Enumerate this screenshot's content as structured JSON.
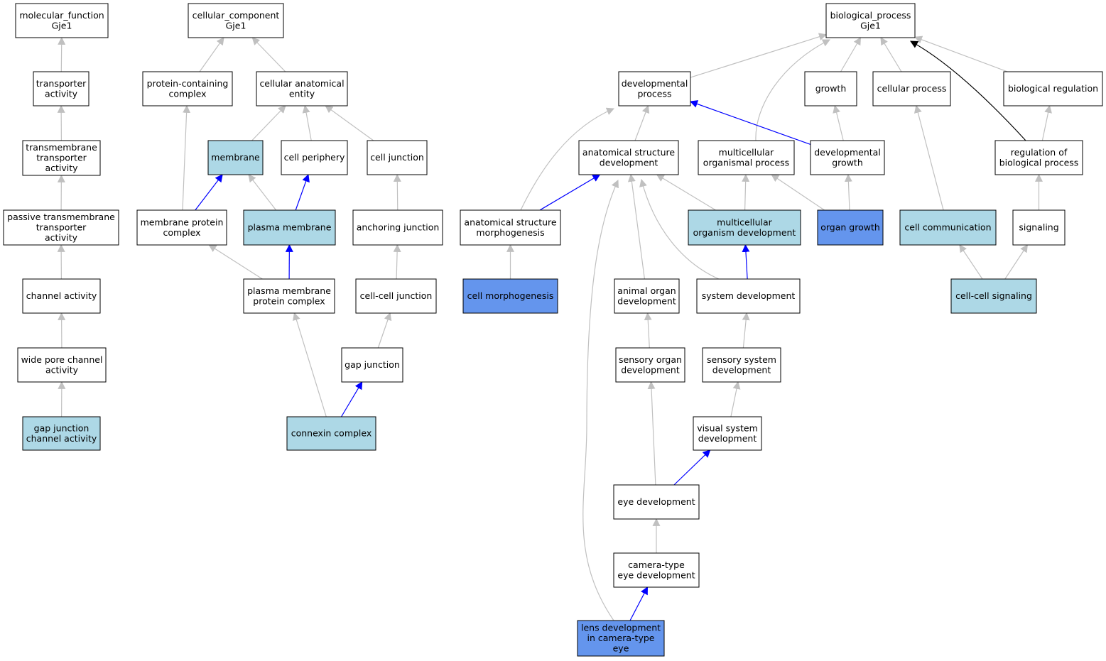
{
  "colors": {
    "white": "#ffffff",
    "light": "#add8e6",
    "dark": "#6495ed",
    "edge_gray": "#c0c0c0",
    "edge_blue": "#0000ff",
    "edge_black": "#000000"
  },
  "nodes": [
    {
      "id": "mf",
      "lines": [
        "molecular_function",
        "Gje1"
      ],
      "fill": "white"
    },
    {
      "id": "transporter",
      "lines": [
        "transporter",
        "activity"
      ],
      "fill": "white"
    },
    {
      "id": "tmtransporter",
      "lines": [
        "transmembrane",
        "transporter",
        "activity"
      ],
      "fill": "white"
    },
    {
      "id": "passive",
      "lines": [
        "passive transmembrane",
        "transporter",
        "activity"
      ],
      "fill": "white"
    },
    {
      "id": "channel",
      "lines": [
        "channel activity"
      ],
      "fill": "white"
    },
    {
      "id": "widepore",
      "lines": [
        "wide pore channel",
        "activity"
      ],
      "fill": "white"
    },
    {
      "id": "gjchannel",
      "lines": [
        "gap junction",
        "channel activity"
      ],
      "fill": "light"
    },
    {
      "id": "cc",
      "lines": [
        "cellular_component",
        "Gje1"
      ],
      "fill": "white"
    },
    {
      "id": "protcomplex",
      "lines": [
        "protein-containing",
        "complex"
      ],
      "fill": "white"
    },
    {
      "id": "cae",
      "lines": [
        "cellular anatomical",
        "entity"
      ],
      "fill": "white"
    },
    {
      "id": "membrane",
      "lines": [
        "membrane"
      ],
      "fill": "light"
    },
    {
      "id": "periphery",
      "lines": [
        "cell periphery"
      ],
      "fill": "white"
    },
    {
      "id": "celljunction",
      "lines": [
        "cell junction"
      ],
      "fill": "white"
    },
    {
      "id": "memprotcomplex",
      "lines": [
        "membrane protein",
        "complex"
      ],
      "fill": "white"
    },
    {
      "id": "plasmamem",
      "lines": [
        "plasma membrane"
      ],
      "fill": "light"
    },
    {
      "id": "anchoring",
      "lines": [
        "anchoring junction"
      ],
      "fill": "white"
    },
    {
      "id": "pmprotcomplex",
      "lines": [
        "plasma membrane",
        "protein complex"
      ],
      "fill": "white"
    },
    {
      "id": "cellcelljunction",
      "lines": [
        "cell-cell junction"
      ],
      "fill": "white"
    },
    {
      "id": "gapjunction",
      "lines": [
        "gap junction"
      ],
      "fill": "white"
    },
    {
      "id": "connexin",
      "lines": [
        "connexin complex"
      ],
      "fill": "light"
    },
    {
      "id": "bp",
      "lines": [
        "biological_process",
        "Gje1"
      ],
      "fill": "white"
    },
    {
      "id": "devproc",
      "lines": [
        "developmental",
        "process"
      ],
      "fill": "white"
    },
    {
      "id": "growth",
      "lines": [
        "growth"
      ],
      "fill": "white"
    },
    {
      "id": "cellproc",
      "lines": [
        "cellular process"
      ],
      "fill": "white"
    },
    {
      "id": "bioreg",
      "lines": [
        "biological regulation"
      ],
      "fill": "white"
    },
    {
      "id": "asdev",
      "lines": [
        "anatomical structure",
        "development"
      ],
      "fill": "white"
    },
    {
      "id": "mcorgproc",
      "lines": [
        "multicellular",
        "organismal process"
      ],
      "fill": "white"
    },
    {
      "id": "devgrowth",
      "lines": [
        "developmental",
        "growth"
      ],
      "fill": "white"
    },
    {
      "id": "regbio",
      "lines": [
        "regulation of",
        "biological process"
      ],
      "fill": "white"
    },
    {
      "id": "asmorph",
      "lines": [
        "anatomical structure",
        "morphogenesis"
      ],
      "fill": "white"
    },
    {
      "id": "mcorgdev",
      "lines": [
        "multicellular",
        "organism development"
      ],
      "fill": "light"
    },
    {
      "id": "organgrowth",
      "lines": [
        "organ growth"
      ],
      "fill": "dark"
    },
    {
      "id": "cellcomm",
      "lines": [
        "cell communication"
      ],
      "fill": "light"
    },
    {
      "id": "signaling",
      "lines": [
        "signaling"
      ],
      "fill": "white"
    },
    {
      "id": "cellmorph",
      "lines": [
        "cell morphogenesis"
      ],
      "fill": "dark"
    },
    {
      "id": "animalorgan",
      "lines": [
        "animal organ",
        "development"
      ],
      "fill": "white"
    },
    {
      "id": "sysdev",
      "lines": [
        "system development"
      ],
      "fill": "white"
    },
    {
      "id": "ccsignaling",
      "lines": [
        "cell-cell signaling"
      ],
      "fill": "light"
    },
    {
      "id": "sensorgan",
      "lines": [
        "sensory organ",
        "development"
      ],
      "fill": "white"
    },
    {
      "id": "senssys",
      "lines": [
        "sensory system",
        "development"
      ],
      "fill": "white"
    },
    {
      "id": "vissys",
      "lines": [
        "visual system",
        "development"
      ],
      "fill": "white"
    },
    {
      "id": "eyedev",
      "lines": [
        "eye development"
      ],
      "fill": "white"
    },
    {
      "id": "cameraeye",
      "lines": [
        "camera-type",
        "eye development"
      ],
      "fill": "white"
    },
    {
      "id": "lensdev",
      "lines": [
        "lens development",
        "in camera-type",
        "eye"
      ],
      "fill": "dark"
    }
  ],
  "edges": [
    {
      "from": "transporter",
      "to": "mf",
      "color": "gray"
    },
    {
      "from": "tmtransporter",
      "to": "transporter",
      "color": "gray"
    },
    {
      "from": "passive",
      "to": "tmtransporter",
      "color": "gray"
    },
    {
      "from": "channel",
      "to": "passive",
      "color": "gray"
    },
    {
      "from": "widepore",
      "to": "channel",
      "color": "gray"
    },
    {
      "from": "gjchannel",
      "to": "widepore",
      "color": "gray"
    },
    {
      "from": "protcomplex",
      "to": "cc",
      "color": "gray"
    },
    {
      "from": "cae",
      "to": "cc",
      "color": "gray"
    },
    {
      "from": "membrane",
      "to": "cae",
      "color": "gray"
    },
    {
      "from": "periphery",
      "to": "cae",
      "color": "gray"
    },
    {
      "from": "celljunction",
      "to": "cae",
      "color": "gray"
    },
    {
      "from": "memprotcomplex",
      "to": "protcomplex",
      "color": "gray"
    },
    {
      "from": "memprotcomplex",
      "to": "membrane",
      "color": "blue"
    },
    {
      "from": "plasmamem",
      "to": "membrane",
      "color": "gray"
    },
    {
      "from": "plasmamem",
      "to": "periphery",
      "color": "blue"
    },
    {
      "from": "anchoring",
      "to": "celljunction",
      "color": "gray"
    },
    {
      "from": "pmprotcomplex",
      "to": "memprotcomplex",
      "color": "gray"
    },
    {
      "from": "pmprotcomplex",
      "to": "plasmamem",
      "color": "blue"
    },
    {
      "from": "cellcelljunction",
      "to": "anchoring",
      "color": "gray"
    },
    {
      "from": "gapjunction",
      "to": "cellcelljunction",
      "color": "gray"
    },
    {
      "from": "connexin",
      "to": "pmprotcomplex",
      "color": "gray"
    },
    {
      "from": "connexin",
      "to": "gapjunction",
      "color": "blue"
    },
    {
      "from": "devproc",
      "to": "bp",
      "color": "gray"
    },
    {
      "from": "growth",
      "to": "bp",
      "color": "gray"
    },
    {
      "from": "cellproc",
      "to": "bp",
      "color": "gray"
    },
    {
      "from": "bioreg",
      "to": "bp",
      "color": "gray"
    },
    {
      "from": "mcorgproc",
      "to": "bp",
      "color": "gray",
      "curve": "mc-bp"
    },
    {
      "from": "regbio",
      "to": "bp",
      "color": "black",
      "curve": "reg-bp"
    },
    {
      "from": "asdev",
      "to": "devproc",
      "color": "gray"
    },
    {
      "from": "devgrowth",
      "to": "devproc",
      "color": "blue"
    },
    {
      "from": "devgrowth",
      "to": "growth",
      "color": "gray"
    },
    {
      "from": "regbio",
      "to": "bioreg",
      "color": "gray"
    },
    {
      "from": "asmorph",
      "to": "devproc",
      "color": "gray",
      "curve": "morph-dev"
    },
    {
      "from": "asmorph",
      "to": "asdev",
      "color": "blue"
    },
    {
      "from": "mcorgdev",
      "to": "asdev",
      "color": "gray"
    },
    {
      "from": "mcorgdev",
      "to": "mcorgproc",
      "color": "gray"
    },
    {
      "from": "organgrowth",
      "to": "mcorgproc",
      "color": "gray"
    },
    {
      "from": "organgrowth",
      "to": "devgrowth",
      "color": "gray"
    },
    {
      "from": "cellcomm",
      "to": "cellproc",
      "color": "gray"
    },
    {
      "from": "signaling",
      "to": "regbio",
      "color": "gray"
    },
    {
      "from": "cellmorph",
      "to": "asmorph",
      "color": "gray"
    },
    {
      "from": "animalorgan",
      "to": "asdev",
      "color": "gray"
    },
    {
      "from": "sysdev",
      "to": "asdev",
      "color": "gray",
      "curve": "sys-asdev"
    },
    {
      "from": "sysdev",
      "to": "mcorgdev",
      "color": "blue"
    },
    {
      "from": "ccsignaling",
      "to": "cellcomm",
      "color": "gray"
    },
    {
      "from": "ccsignaling",
      "to": "signaling",
      "color": "gray"
    },
    {
      "from": "sensorgan",
      "to": "animalorgan",
      "color": "gray"
    },
    {
      "from": "senssys",
      "to": "sysdev",
      "color": "gray"
    },
    {
      "from": "vissys",
      "to": "senssys",
      "color": "gray"
    },
    {
      "from": "eyedev",
      "to": "sensorgan",
      "color": "gray"
    },
    {
      "from": "eyedev",
      "to": "vissys",
      "color": "blue"
    },
    {
      "from": "cameraeye",
      "to": "eyedev",
      "color": "gray"
    },
    {
      "from": "lensdev",
      "to": "cameraeye",
      "color": "blue"
    },
    {
      "from": "lensdev",
      "to": "asdev",
      "color": "gray",
      "curve": "lens-asdev"
    }
  ]
}
